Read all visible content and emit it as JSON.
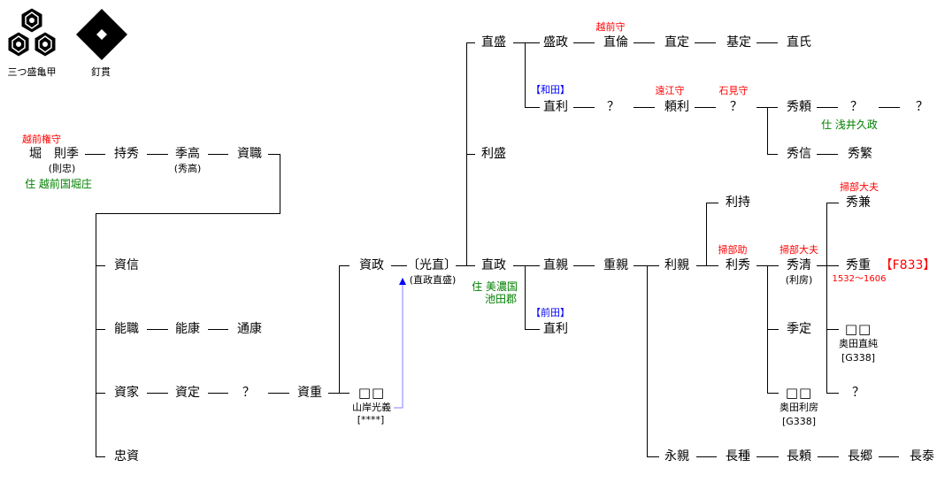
{
  "crests": {
    "mitsumori_kikko": "三つ盛亀甲",
    "kuginuki": "釘貫"
  },
  "hori": {
    "surname": "堀",
    "name": "則季",
    "title": "越前権守",
    "alias": "(則忠)",
    "residence": "住 越前国堀庄"
  },
  "mochihide": "持秀",
  "suetaka": {
    "name": "季高",
    "alias": "(秀高)"
  },
  "sukemoto": "資職",
  "sukenobu": "資信",
  "yoshimoto": "能職",
  "yoshiyasu": "能康",
  "michiyasu": "通康",
  "sukeie": "資家",
  "sukesada": "資定",
  "unknown": "？",
  "sukeshige": "資重",
  "tadasuke": "忠資",
  "sukemasa": "資政",
  "yamagishi": {
    "name": "□□",
    "alias": "山岸光義",
    "ref": "[****]"
  },
  "mitsunao": {
    "name": "〔光直〕",
    "alias": "(直政直盛)"
  },
  "naomori": "直盛",
  "toshimori": "利盛",
  "naomasa": {
    "name": "直政",
    "residence1": "住 美濃国",
    "residence2": "池田郡"
  },
  "morimasa": "盛政",
  "naonori": {
    "name": "直倫",
    "title": "越前守"
  },
  "naosada": "直定",
  "motosada": "基定",
  "naouji": "直氏",
  "naotoshi_wada": {
    "clan": "【和田】",
    "name": "直利"
  },
  "yoritoshi": {
    "name": "頼利",
    "title": "遠江守"
  },
  "iwami": {
    "title": "石見守"
  },
  "hideyori": {
    "name": "秀頼",
    "service": "仕 浅井久政"
  },
  "hidenobu": "秀信",
  "hideshige_b": "秀繁",
  "naochika": "直親",
  "naotoshi_maeda": {
    "clan": "【前田】",
    "name": "直利"
  },
  "shigechika": "重親",
  "toshichika": "利親",
  "toshimochi": "利持",
  "toshihide": {
    "name": "利秀",
    "title": "掃部助"
  },
  "hidekiyo": {
    "name": "秀清",
    "title": "掃部大夫",
    "alias": "(利房)"
  },
  "suesada": "季定",
  "okuda_toshifusa": {
    "name": "□□",
    "alias": "奥田利房",
    "ref": "[G338]"
  },
  "hidekane": {
    "name": "秀兼",
    "title": "掃部大夫"
  },
  "hideshige": {
    "name": "秀重",
    "ref": "【F833】",
    "years": "1532～1606"
  },
  "okuda_naozumi": {
    "name": "□□",
    "alias": "奥田直純",
    "ref": "[G338]"
  },
  "nagachika": "永親",
  "nagatane": "長種",
  "nagayori": "長頼",
  "nagasato": "長郷",
  "nagayasu": "長泰",
  "colors": {
    "title": "#ff0000",
    "residence": "#008000",
    "clan": "#0000ff",
    "arrow": "#8080ff"
  }
}
